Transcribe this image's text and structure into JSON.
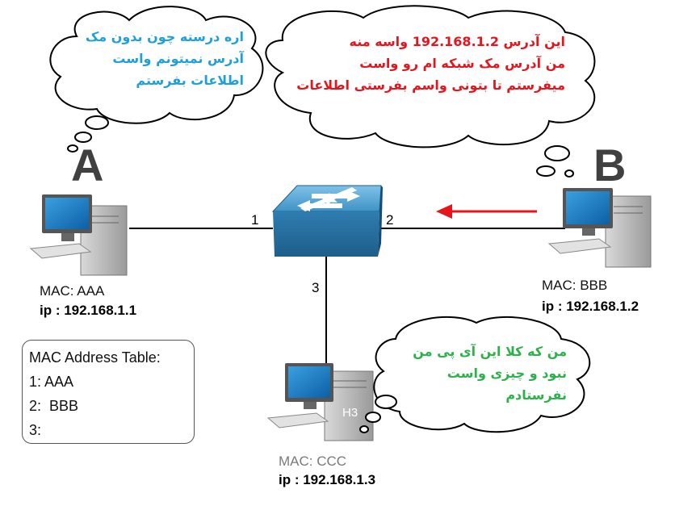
{
  "hosts": {
    "a": {
      "letter": "A",
      "mac": "MAC: AAA",
      "ip": "ip : 192.168.1.1"
    },
    "b": {
      "letter": "B",
      "mac": "MAC: BBB",
      "ip": "ip : 192.168.1.2"
    },
    "c": {
      "mac": "MAC: CCC",
      "ip": "ip : 192.168.1.3",
      "label": "H3"
    }
  },
  "ports": {
    "p1": "1",
    "p2": "2",
    "p3": "3"
  },
  "mac_table": {
    "title": "MAC Address Table:",
    "rows": [
      "1: AAA",
      "2:  BBB",
      "3:"
    ]
  },
  "bubbles": {
    "a": {
      "lines": [
        "اره درسته چون بدون مک",
        "آدرس نمیتونم واست",
        "اطلاعات بفرستم"
      ],
      "color": "#1e9fe0"
    },
    "b": {
      "lines": [
        "این آدرس 192.168.1.2 واسه منه",
        "من آدرس مک شبکه ام رو واست",
        "میفرستم تا بتونی واسم بفرستی اطلاعات"
      ],
      "color": "#e8141c"
    },
    "c": {
      "lines": [
        "من که کلا این آی پی من",
        "نبود و چیزی واست",
        "نفرستادم"
      ],
      "color": "#2bb34a"
    }
  },
  "colors": {
    "arrow": "#e8141c",
    "switch": "#3a86b8"
  }
}
